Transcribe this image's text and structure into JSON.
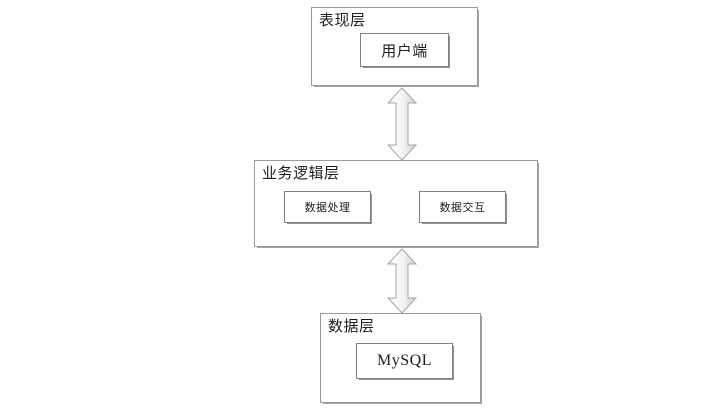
{
  "diagram": {
    "type": "three-tier-architecture",
    "layers": [
      {
        "id": "presentation",
        "title": "表现层",
        "components": [
          {
            "id": "client",
            "label": "用户端"
          }
        ]
      },
      {
        "id": "business-logic",
        "title": "业务逻辑层",
        "components": [
          {
            "id": "data-processing",
            "label": "数据处理"
          },
          {
            "id": "data-interaction",
            "label": "数据交互"
          }
        ]
      },
      {
        "id": "data",
        "title": "数据层",
        "components": [
          {
            "id": "mysql",
            "label": "MySQL"
          }
        ]
      }
    ],
    "connectors": [
      {
        "id": "presentation-to-business",
        "kind": "double-arrow-vertical"
      },
      {
        "id": "business-to-data",
        "kind": "double-arrow-vertical"
      }
    ],
    "colors": {
      "background": "#ffffff",
      "layer_border": "#9a9a9a",
      "component_border": "#808080",
      "text": "#1d1d1d",
      "arrow_fill_light": "#fbfbfb",
      "arrow_fill_dark": "#d9d9d9",
      "arrow_stroke": "#a6a6a6"
    }
  }
}
